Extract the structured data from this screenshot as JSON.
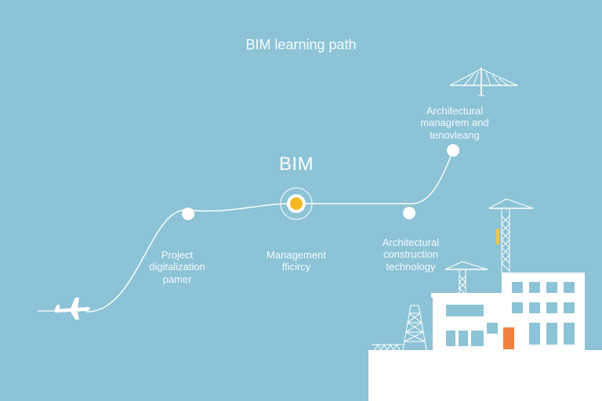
{
  "title": "BIM learning path",
  "center_label": "BIM",
  "nodes": [
    {
      "id": "left",
      "lines": [
        "Project",
        "digitalization",
        "pamer"
      ]
    },
    {
      "id": "center",
      "lines": [
        "Management",
        "fficircy"
      ]
    },
    {
      "id": "right",
      "lines": [
        "Architectural",
        "construction",
        "technology"
      ]
    },
    {
      "id": "top",
      "lines": [
        "Archifectural",
        "managrem and",
        "tenovleang"
      ]
    }
  ],
  "colors": {
    "background": "#8dc3d6",
    "line": "#ffffff",
    "center_dot": "#f5b820",
    "door_accent": "#f08040",
    "crane_yellow": "#f2c642"
  },
  "icons": [
    "airplane-icon",
    "tower-crane-icon",
    "building-icon",
    "lattice-tower-icon"
  ]
}
